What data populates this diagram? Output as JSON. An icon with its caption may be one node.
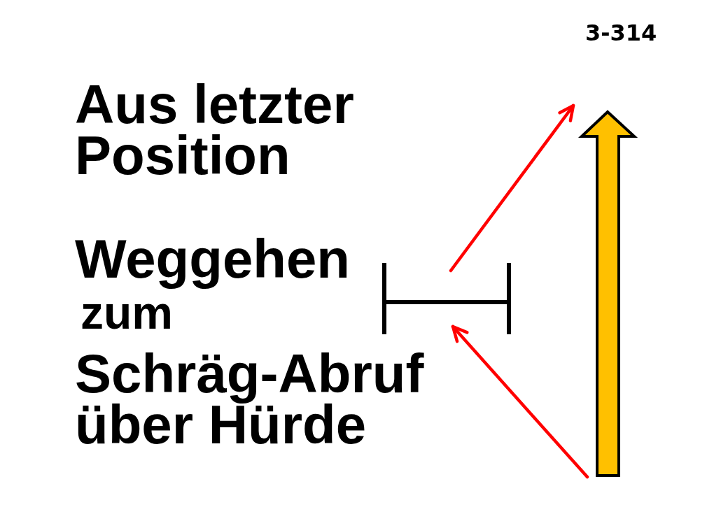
{
  "diagram": {
    "labels": [
      "3-314",
      "Aus letzter Position",
      "Weggehen",
      "zum",
      "Schräg-Abruf über Hürde"
    ]
  }
}
